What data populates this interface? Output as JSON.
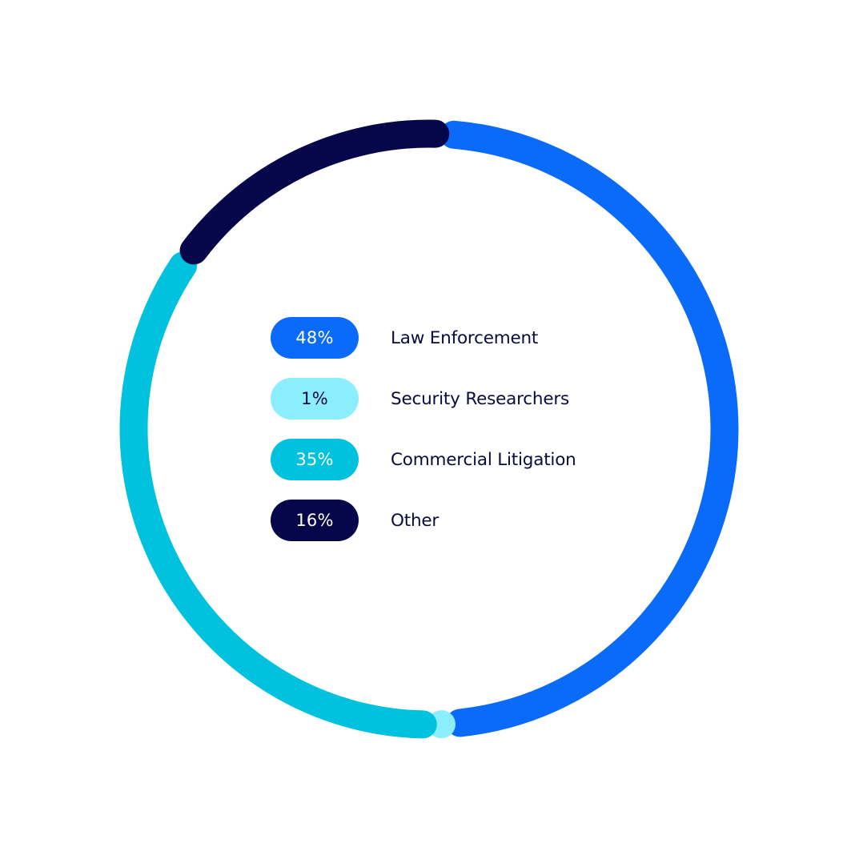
{
  "chart_data": {
    "type": "pie",
    "style": "donut",
    "categories": [
      "Law Enforcement",
      "Security Researchers",
      "Commercial Litigation",
      "Other"
    ],
    "values": [
      48,
      1,
      35,
      16
    ],
    "labels": [
      "48%",
      "1%",
      "35%",
      "16%"
    ],
    "colors": [
      "#0a6bfb",
      "#8aeefc",
      "#00c2de",
      "#06064a"
    ],
    "label_colors": [
      "#ffffff",
      "#06064a",
      "#ffffff",
      "#ffffff"
    ],
    "title": "",
    "legend_placement": "center"
  }
}
